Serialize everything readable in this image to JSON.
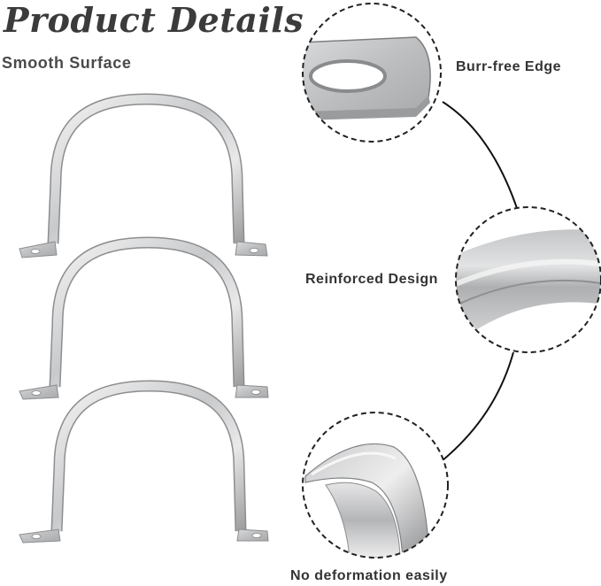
{
  "header": {
    "title": "Product Details",
    "subtitle": "Smooth Surface"
  },
  "callouts": {
    "burr_free": "Burr-free Edge",
    "reinforced": "Reinforced Design",
    "no_deformation": "No deformation easily"
  },
  "product": {
    "clamp_count": 3,
    "material_color": "#c9cbcd"
  },
  "colors": {
    "text": "#333333",
    "dashed_border": "#222222",
    "metal_light": "#eeeeee",
    "metal_dark": "#9a9a9a"
  }
}
